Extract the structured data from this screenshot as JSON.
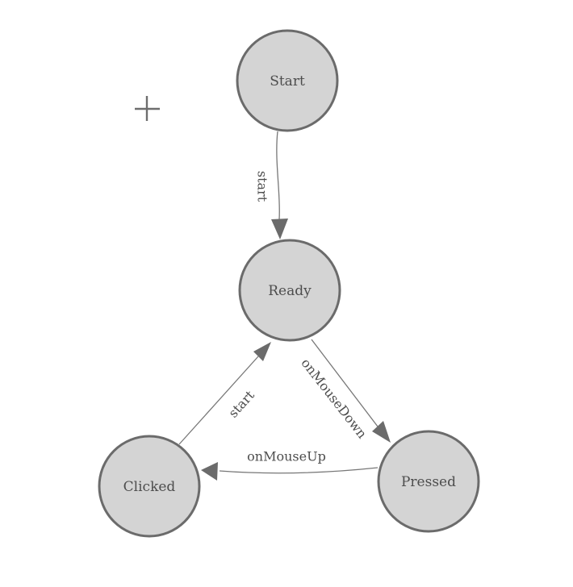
{
  "diagram": {
    "type": "state-machine",
    "nodes": [
      {
        "id": "start",
        "label": "Start"
      },
      {
        "id": "ready",
        "label": "Ready"
      },
      {
        "id": "clicked",
        "label": "Clicked"
      },
      {
        "id": "pressed",
        "label": "Pressed"
      }
    ],
    "edges": [
      {
        "from": "Start",
        "to": "Ready",
        "label": "start"
      },
      {
        "from": "Clicked",
        "to": "Ready",
        "label": "start"
      },
      {
        "from": "Ready",
        "to": "Pressed",
        "label": "onMouseDown"
      },
      {
        "from": "Pressed",
        "to": "Clicked",
        "label": "onMouseUp"
      }
    ],
    "colors": {
      "background": "#ffffff",
      "node_fill": "#d4d4d4",
      "node_stroke": "#6b6b6b",
      "edge_stroke": "#777777",
      "arrow_fill": "#6b6b6b",
      "label_text": "#4d4d4d",
      "cursor": "#6e6e6e"
    },
    "cursor": {
      "icon": "plus-crosshair"
    }
  }
}
